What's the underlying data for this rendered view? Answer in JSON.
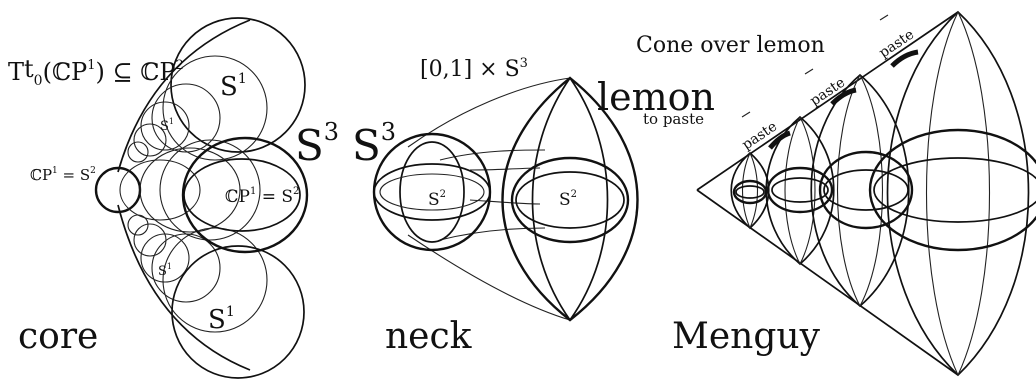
{
  "labels": {
    "tt_T": "T",
    "tt_t": "t",
    "tt_0": "0",
    "tt_rest": "(ℂP",
    "tt_sup1": "1",
    "tt_sub": ") ⊆ ℂP",
    "tt_sup2": "2",
    "top_s1": "S",
    "top_s1_sup": "1",
    "small_s1_upper": "S",
    "small_s1_upper_sup": "1",
    "left_cp1": "ℂP",
    "left_cp1_sup": "1",
    "left_eq_s2": " = S",
    "left_eq_s2_sup": "2",
    "center_cp1": "ℂP",
    "center_cp1_sup": "1",
    "center_eq_s2": " = S",
    "center_eq_s2_sup": "2",
    "small_s1_lower": "S",
    "small_s1_lower_sup": "1",
    "bottom_s1": "S",
    "bottom_s1_sup": "1",
    "s3_left": "S",
    "s3_left_sup": "3",
    "s3_right": "S",
    "s3_right_sup": "3",
    "interval": "[0,1] × S",
    "interval_sup": "3",
    "neck_s2_left": "S",
    "neck_s2_left_sup": "2",
    "neck_s2_right": "S",
    "neck_s2_right_sup": "2",
    "lemon": "lemon",
    "to_paste": "to paste",
    "cone_title": "Cone over lemon",
    "paste_1": "paste",
    "paste_2": "paste",
    "paste_3": "paste",
    "caption_core": "core",
    "caption_neck": "neck",
    "caption_menguy": "Menguy"
  }
}
